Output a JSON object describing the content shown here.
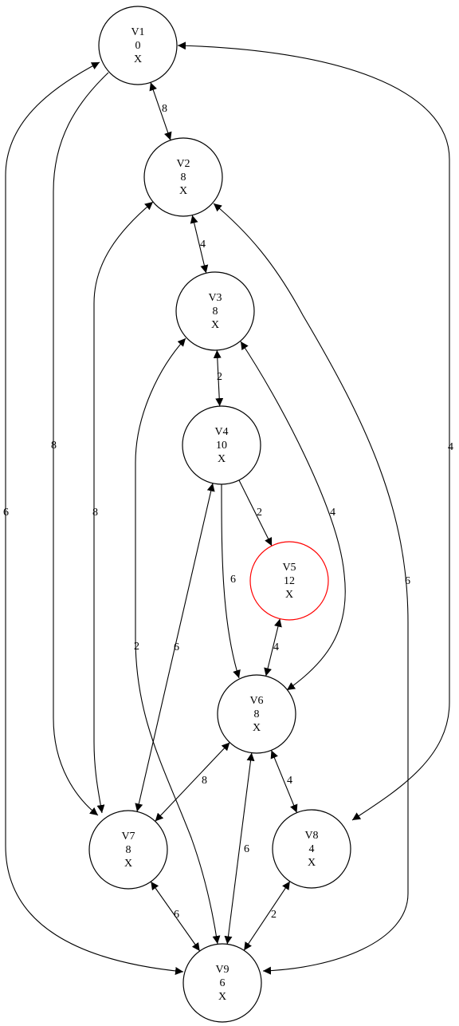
{
  "nodes": {
    "V1": {
      "lines": [
        "V1",
        "0",
        "X"
      ]
    },
    "V2": {
      "lines": [
        "V2",
        "8",
        "X"
      ]
    },
    "V3": {
      "lines": [
        "V3",
        "8",
        "X"
      ]
    },
    "V4": {
      "lines": [
        "V4",
        "10",
        "X"
      ]
    },
    "V5": {
      "lines": [
        "V5",
        "12",
        "X"
      ],
      "color": "#ff0000"
    },
    "V6": {
      "lines": [
        "V6",
        "8",
        "X"
      ]
    },
    "V7": {
      "lines": [
        "V7",
        "8",
        "X"
      ]
    },
    "V8": {
      "lines": [
        "V8",
        "4",
        "X"
      ]
    },
    "V9": {
      "lines": [
        "V9",
        "6",
        "X"
      ]
    }
  },
  "edges": [
    {
      "id": "v1-v2",
      "from": "V1",
      "to": "V2",
      "weight": "8",
      "bidirectional": true
    },
    {
      "id": "v1-v7",
      "from": "V1",
      "to": "V7",
      "weight": "8",
      "bidirectional": false
    },
    {
      "id": "v1-v9",
      "from": "V1",
      "to": "V9",
      "weight": "6",
      "bidirectional": true
    },
    {
      "id": "v1-v8",
      "from": "V1",
      "to": "V8",
      "weight": "4",
      "bidirectional": true
    },
    {
      "id": "v2-v3",
      "from": "V2",
      "to": "V3",
      "weight": "4",
      "bidirectional": true
    },
    {
      "id": "v2-v7",
      "from": "V2",
      "to": "V7",
      "weight": "8",
      "bidirectional": true
    },
    {
      "id": "v2-v9",
      "from": "V2",
      "to": "V9",
      "weight": "6",
      "bidirectional": true
    },
    {
      "id": "v3-v4",
      "from": "V3",
      "to": "V4",
      "weight": "2",
      "bidirectional": true
    },
    {
      "id": "v3-v6",
      "from": "V3",
      "to": "V6",
      "weight": "4",
      "bidirectional": true
    },
    {
      "id": "v3-v9",
      "from": "V3",
      "to": "V9",
      "weight": "2",
      "bidirectional": true
    },
    {
      "id": "v4-v5",
      "from": "V4",
      "to": "V5",
      "weight": "2",
      "bidirectional": false
    },
    {
      "id": "v4-v6",
      "from": "V4",
      "to": "V6",
      "weight": "6",
      "bidirectional": false
    },
    {
      "id": "v4-v7",
      "from": "V4",
      "to": "V7",
      "weight": "6",
      "bidirectional": true
    },
    {
      "id": "v5-v6",
      "from": "V5",
      "to": "V6",
      "weight": "4",
      "bidirectional": true
    },
    {
      "id": "v6-v7",
      "from": "V6",
      "to": "V7",
      "weight": "8",
      "bidirectional": true
    },
    {
      "id": "v6-v8",
      "from": "V6",
      "to": "V8",
      "weight": "4",
      "bidirectional": true
    },
    {
      "id": "v6-v9",
      "from": "V6",
      "to": "V9",
      "weight": "6",
      "bidirectional": true
    },
    {
      "id": "v7-v9",
      "from": "V7",
      "to": "V9",
      "weight": "6",
      "bidirectional": true
    },
    {
      "id": "v8-v9",
      "from": "V8",
      "to": "V9",
      "weight": "2",
      "bidirectional": true
    }
  ]
}
